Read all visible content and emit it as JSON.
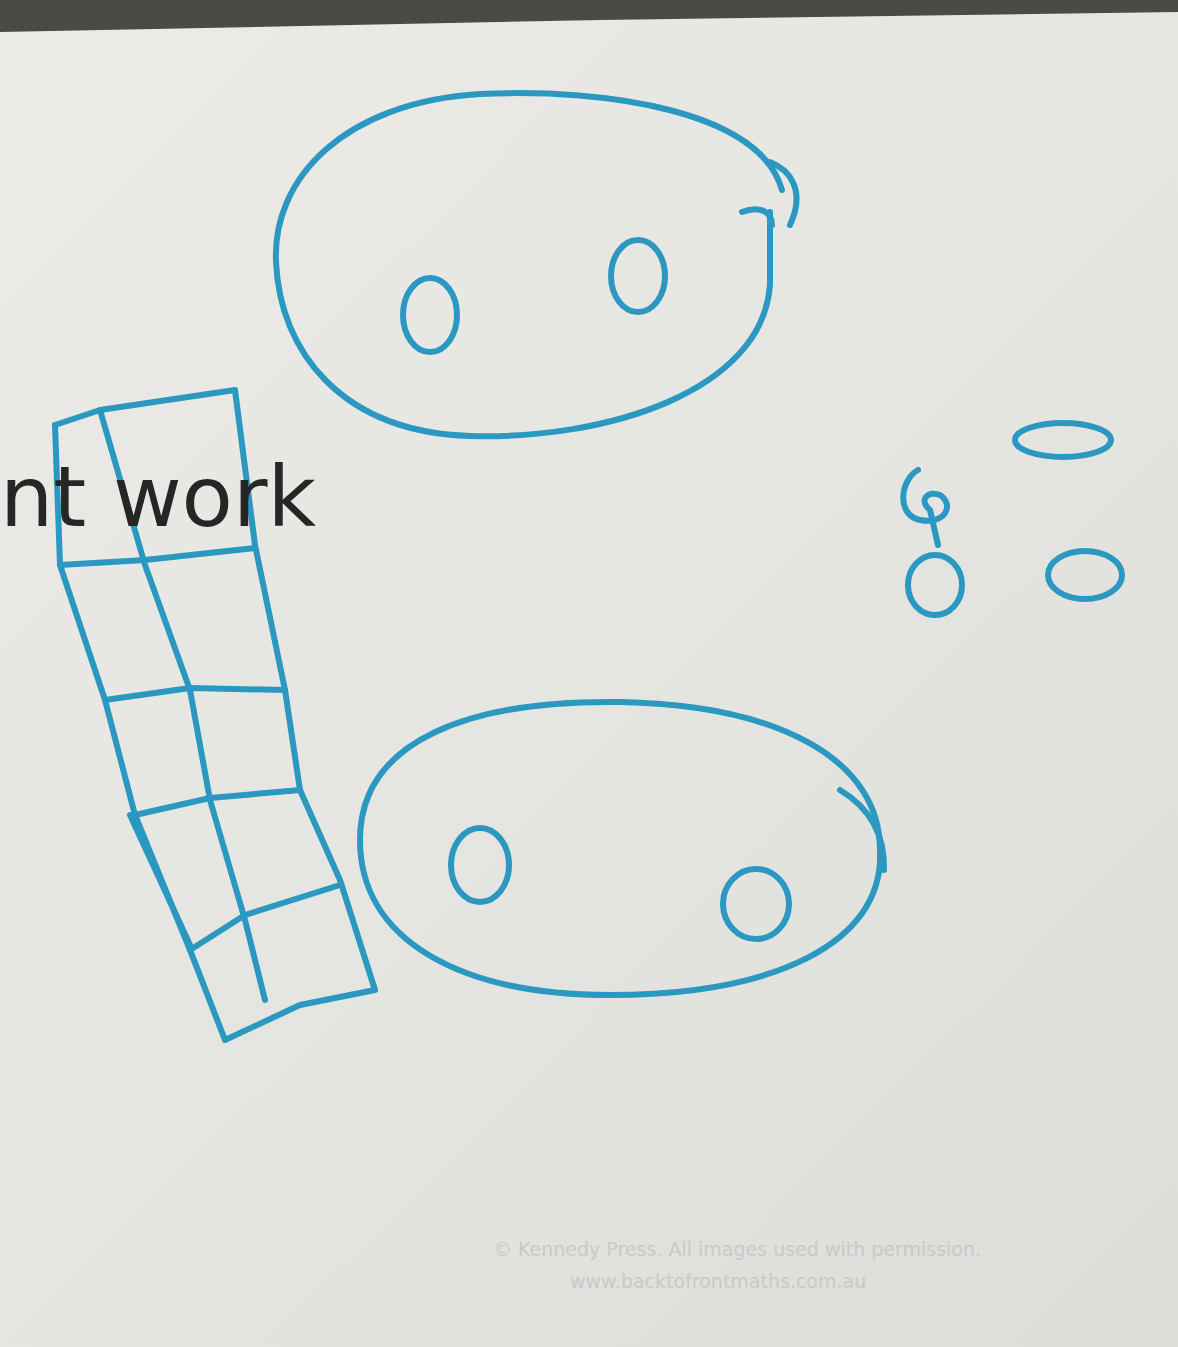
{
  "diagram": {
    "title": "nt work",
    "labels": [
      "© Kennedy Press.  All images used with permission.",
      "www.backtofrontmaths.com.au"
    ]
  }
}
